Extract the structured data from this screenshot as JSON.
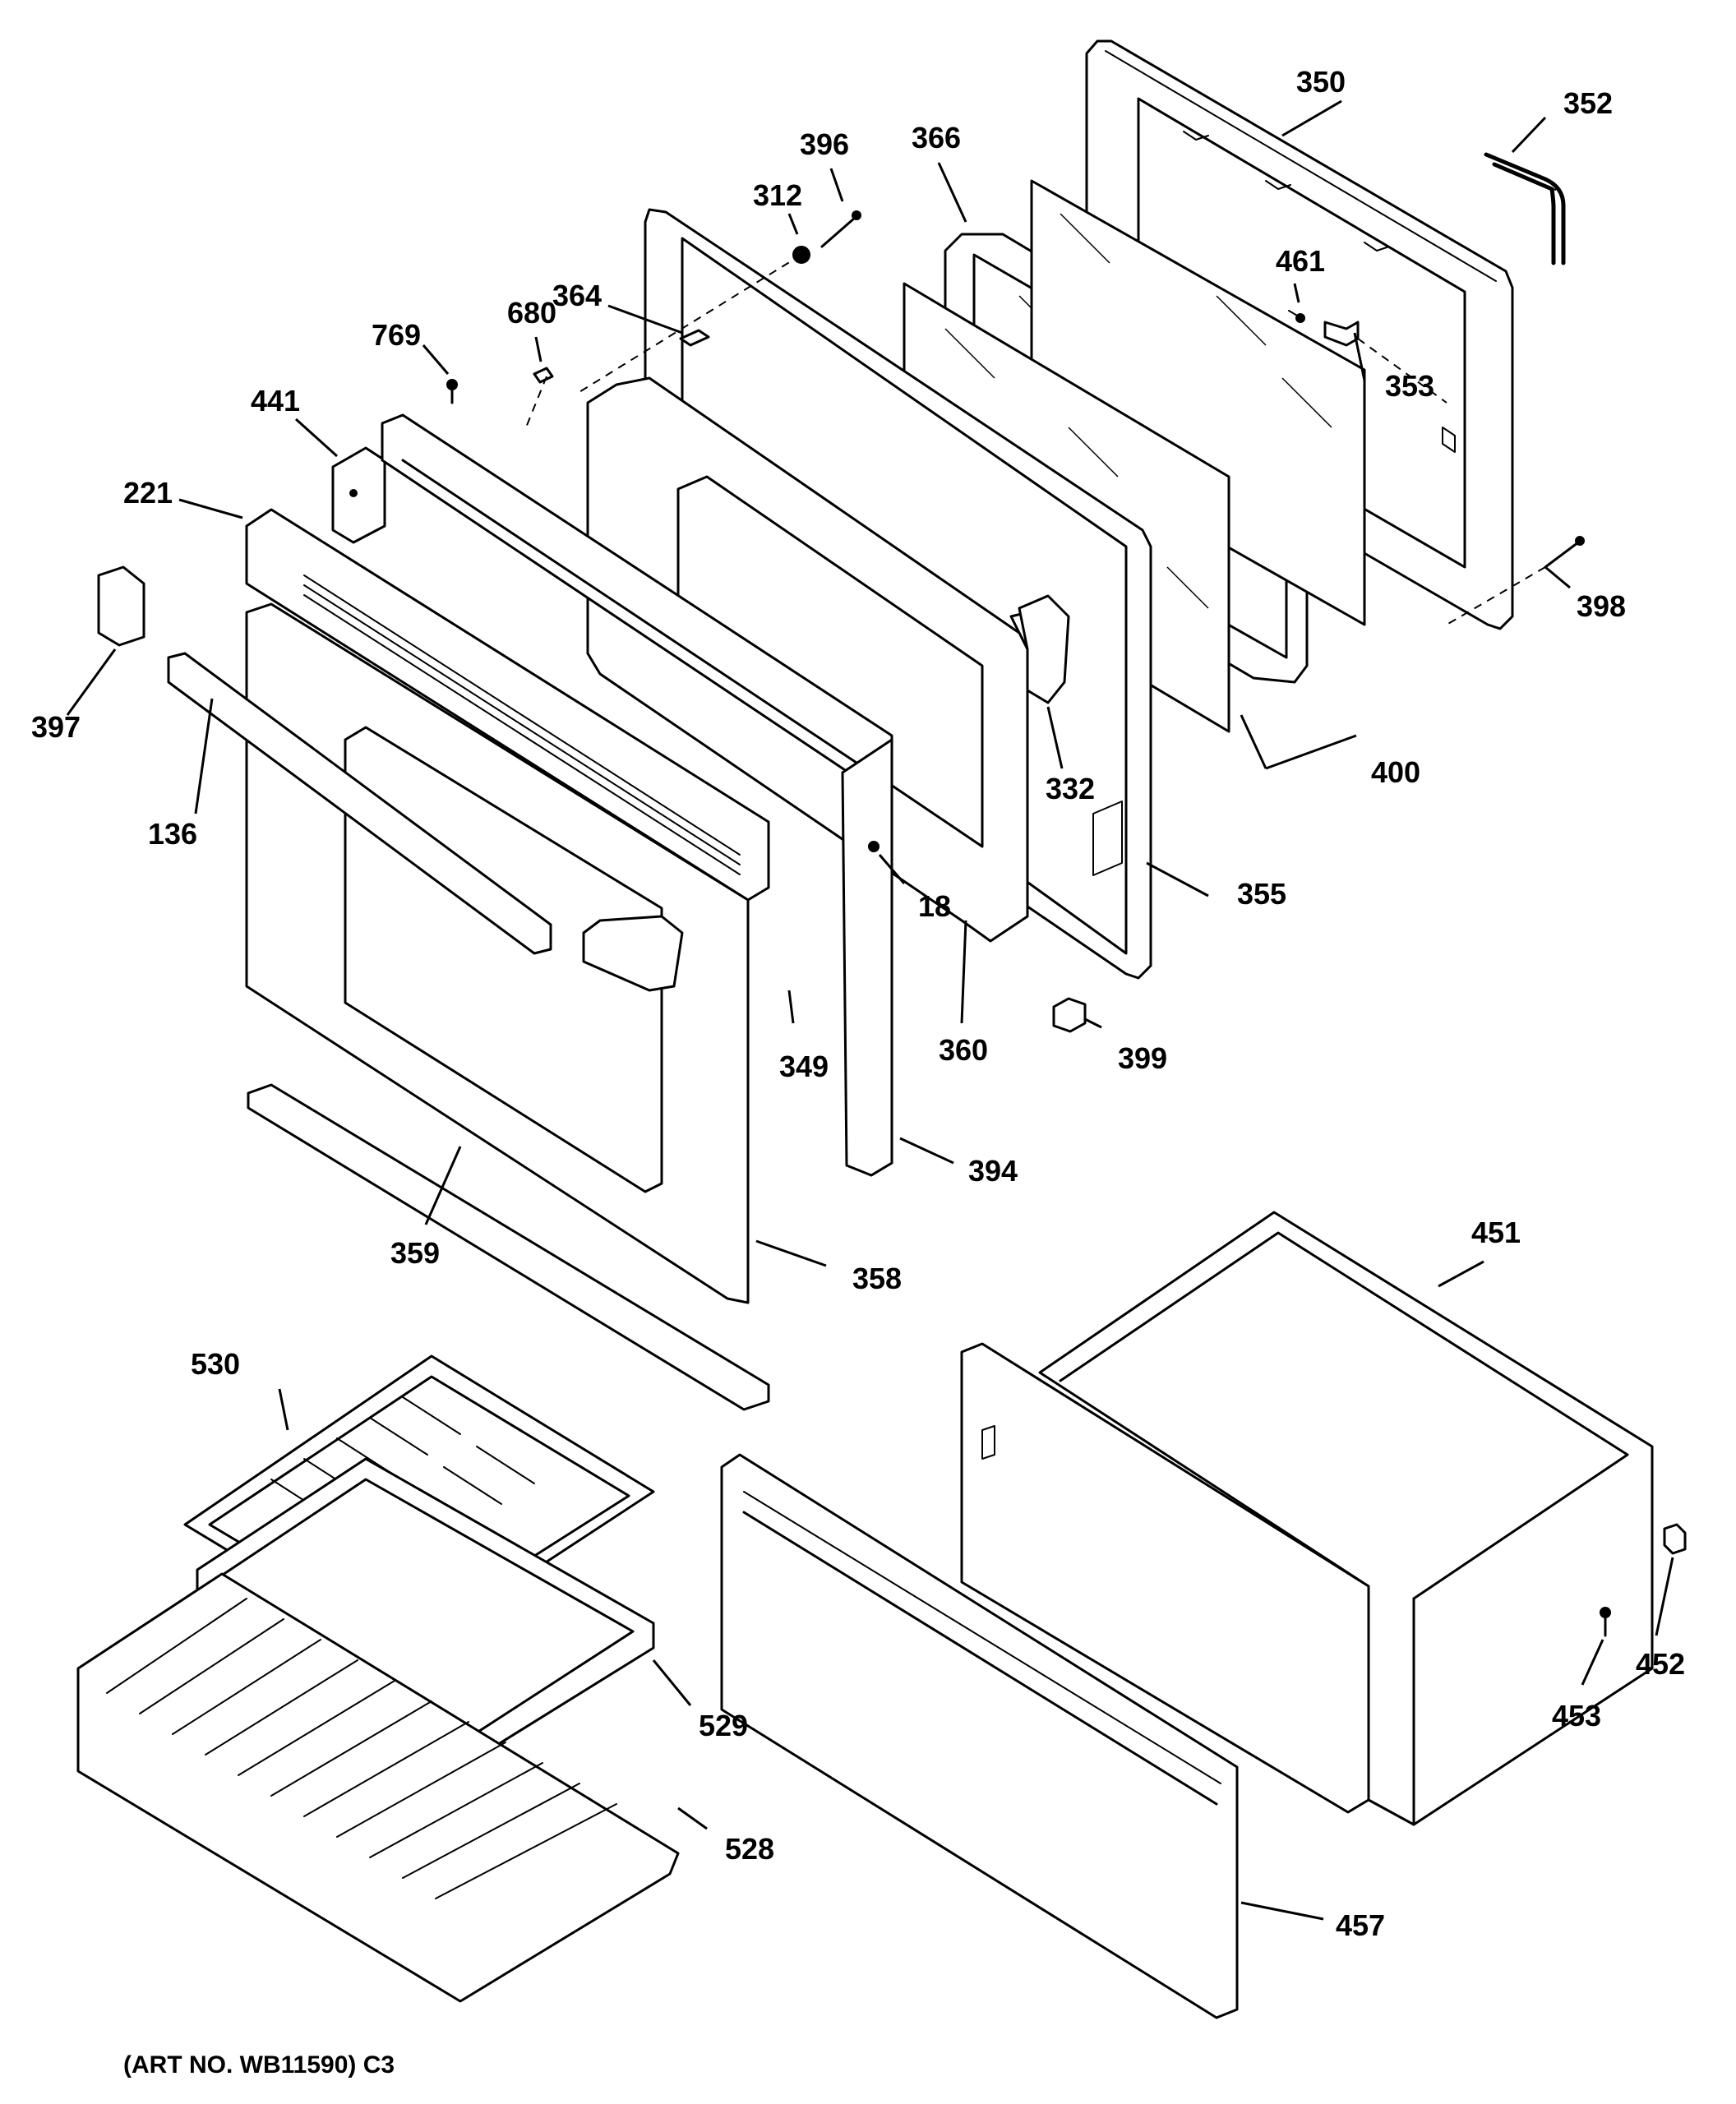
{
  "diagram": {
    "caption": "(ART NO. WB11590) C3",
    "parts": [
      {
        "id": "350"
      },
      {
        "id": "352"
      },
      {
        "id": "396"
      },
      {
        "id": "366"
      },
      {
        "id": "312"
      },
      {
        "id": "461"
      },
      {
        "id": "364"
      },
      {
        "id": "680"
      },
      {
        "id": "769"
      },
      {
        "id": "353"
      },
      {
        "id": "441"
      },
      {
        "id": "221"
      },
      {
        "id": "398"
      },
      {
        "id": "397"
      },
      {
        "id": "400"
      },
      {
        "id": "332"
      },
      {
        "id": "136"
      },
      {
        "id": "18"
      },
      {
        "id": "355"
      },
      {
        "id": "349"
      },
      {
        "id": "360"
      },
      {
        "id": "399"
      },
      {
        "id": "394"
      },
      {
        "id": "359"
      },
      {
        "id": "358"
      },
      {
        "id": "451"
      },
      {
        "id": "530"
      },
      {
        "id": "452"
      },
      {
        "id": "529"
      },
      {
        "id": "453"
      },
      {
        "id": "528"
      },
      {
        "id": "457"
      }
    ]
  }
}
